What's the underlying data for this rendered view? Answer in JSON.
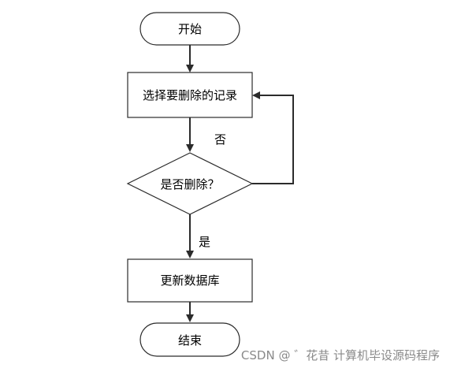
{
  "nodes": {
    "start": "开始",
    "select": "选择要删除的记录",
    "decision": "是否删除？",
    "update": "更新数据库",
    "end": "结束"
  },
  "edges": {
    "no_label": "否",
    "yes_label": "是"
  },
  "watermark": "CSDN @ ゛花昔  计算机毕设源码程序",
  "colors": {
    "stroke": "#2b2b2b",
    "text": "#000000",
    "watermark": "#8a8a8a",
    "background": "#ffffff"
  }
}
